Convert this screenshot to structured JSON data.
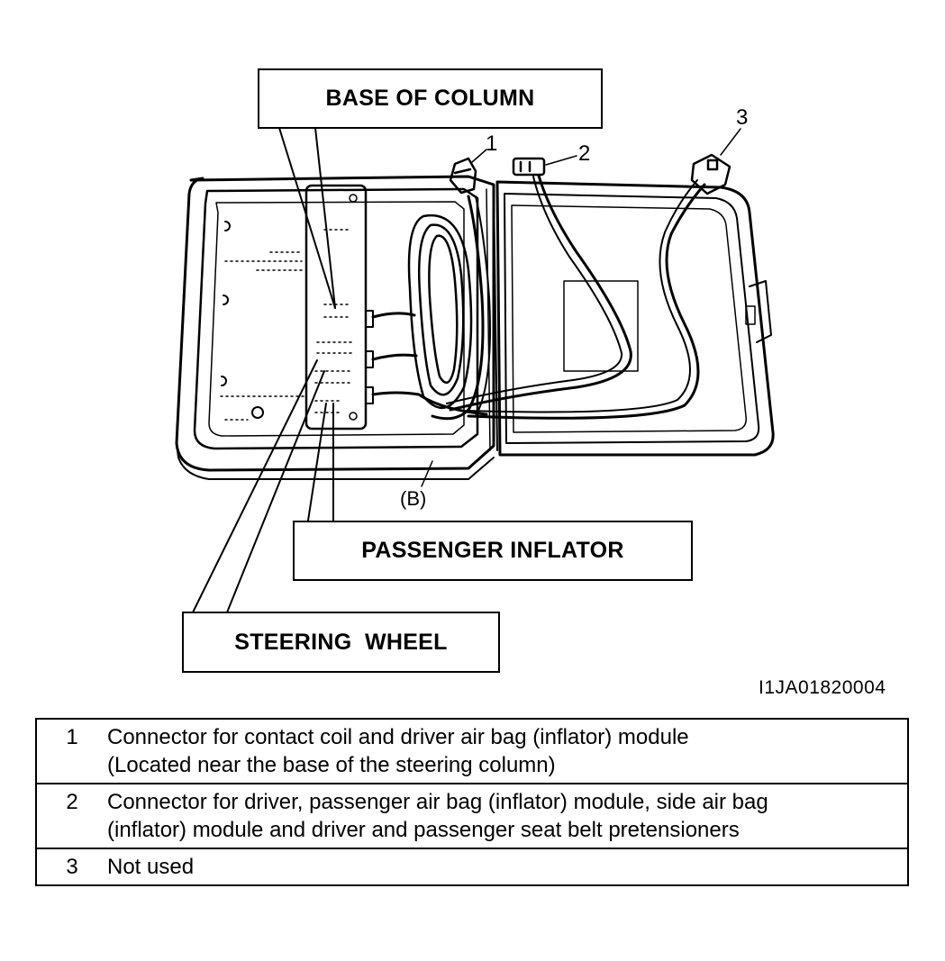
{
  "callouts": {
    "base_of_column": "BASE OF COLUMN",
    "passenger_inflator": "PASSENGER INFLATOR",
    "steering_wheel": "STEERING  WHEEL"
  },
  "part_numbers": {
    "p1": "1",
    "p2": "2",
    "p3": "3",
    "b": "(B)"
  },
  "figure_id": "I1JA01820004",
  "legend": [
    {
      "num": "1",
      "line1": "Connector for contact coil and driver air bag (inflator) module",
      "line2": "(Located near the base of the steering column)"
    },
    {
      "num": "2",
      "line1": "Connector for driver, passenger air bag (inflator) module, side air bag",
      "line2": "(inflator) module and driver and passenger seat belt pretensioners"
    },
    {
      "num": "3",
      "line1": "Not used",
      "line2": ""
    }
  ]
}
